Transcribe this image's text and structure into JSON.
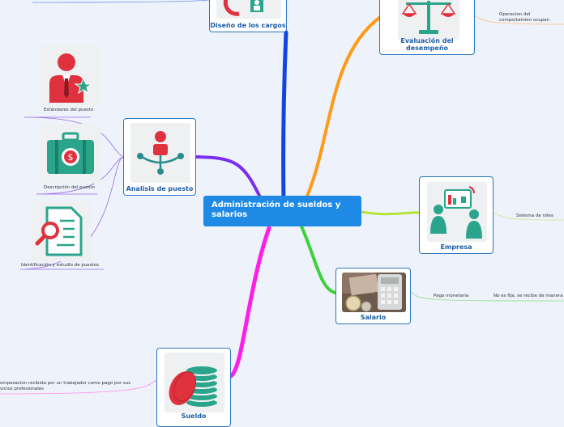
{
  "central": {
    "title": "Administración de sueldos y salarios"
  },
  "topics": {
    "diseno": {
      "label": "Diseño de los cargos"
    },
    "evaluacion": {
      "label": "Evaluación del desempeño",
      "note": "Operacion del comportamien ocupan"
    },
    "analisis": {
      "label": "Analisis de puesto"
    },
    "empresa": {
      "label": "Empresa",
      "note": "Sistema de roles"
    },
    "salario": {
      "label": "Salario",
      "note1": "Paga monetaria",
      "note2": "No es fija, se recibe de manera"
    },
    "sueldo": {
      "label": "Sueldo",
      "note": "ompesacion recibida por un trabajador como pago por sus vicios profesionales"
    }
  },
  "subtopics": {
    "estandares": "Estándares del puesto",
    "descripcion": "Descripción del puesto",
    "identificacion": "Identificación y estudio de puestos"
  },
  "colors": {
    "central": "#1f8ae6",
    "card_border": "#2b78c4",
    "label": "#1b5ea6",
    "branch_blue": "#1246e0",
    "branch_orange": "#ff9a16",
    "branch_purple": "#7b2df0",
    "branch_lime": "#b6e23a",
    "branch_green": "#3ed13c",
    "branch_magenta": "#ff1ee8"
  }
}
